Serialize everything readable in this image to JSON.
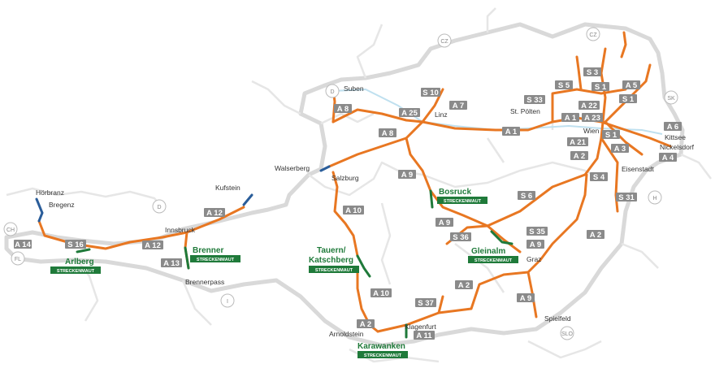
{
  "map": {
    "countries": [
      "CZ",
      "CZ",
      "D",
      "D",
      "SK",
      "H",
      "SLO",
      "I",
      "CH",
      "FL"
    ],
    "cities": [
      "Hörbranz",
      "Bregenz",
      "Kufstein",
      "Innsbruck",
      "Brennerpass",
      "Walserberg",
      "Salzburg",
      "Suben",
      "Linz",
      "St. Pölten",
      "Wien",
      "Kittsee",
      "Nickelsdorf",
      "Eisenstadt",
      "Graz",
      "Spielfeld",
      "Klagenfurt",
      "Arnoldstein"
    ],
    "roads": [
      "S 3",
      "S 5",
      "S 1",
      "A 5",
      "S 10",
      "S 33",
      "A 22",
      "S 1",
      "A 7",
      "A 8",
      "A 25",
      "A 1",
      "A 23",
      "A 6",
      "A 8",
      "A 21",
      "S 1",
      "A 1",
      "A 3",
      "A 4",
      "A 2",
      "A 9",
      "S 4",
      "A 12",
      "S 6",
      "S 31",
      "A 10",
      "A 9",
      "A 14",
      "S 16",
      "A 12",
      "A 13",
      "S 36",
      "S 35",
      "A 9",
      "A 2",
      "A 10",
      "S 37",
      "A 2",
      "A 9",
      "A 2",
      "A 11"
    ],
    "maut_sections": [
      {
        "name": "Arlberg"
      },
      {
        "name": "Brenner"
      },
      {
        "name": "Tauern/"
      },
      {
        "name": "Katschberg"
      },
      {
        "name": "Bosruck"
      },
      {
        "name": "Gleinalm"
      },
      {
        "name": "Karawanken"
      }
    ],
    "maut_badge": "STRECKENMAUT",
    "colors": {
      "motorway": "#e87722",
      "toll_section": "#1f7a3a",
      "border_crossing": "#2a5d9a",
      "shield": "#8a8a8a"
    }
  }
}
